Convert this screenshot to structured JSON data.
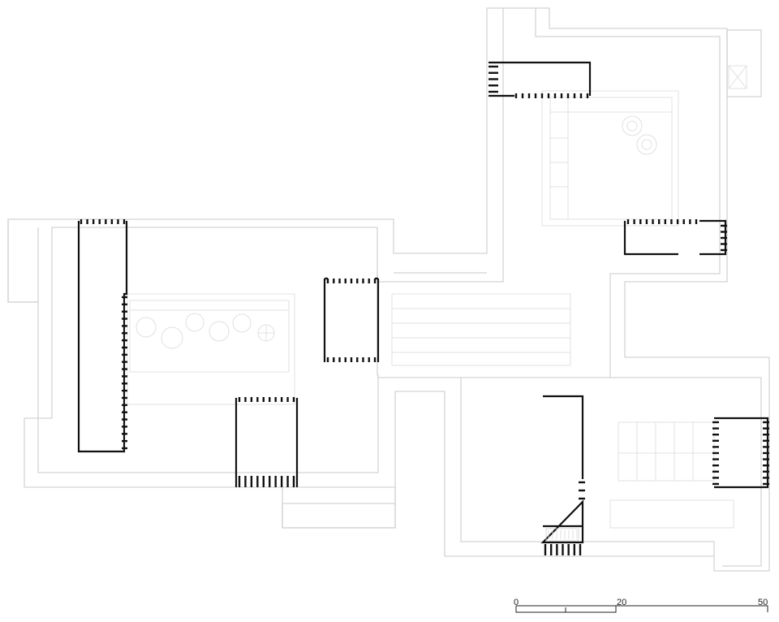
{
  "scale_bar": {
    "labels": [
      "0",
      "20",
      "50"
    ]
  }
}
